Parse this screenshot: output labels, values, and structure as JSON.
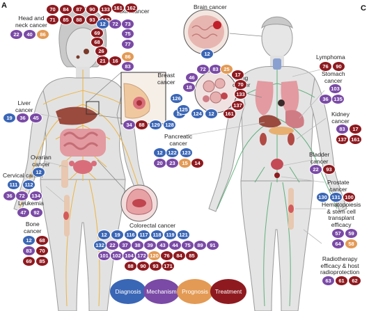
{
  "panels": {
    "left": "A",
    "right": "C"
  },
  "legend": [
    {
      "key": "diag",
      "label": "Diagnosis"
    },
    {
      "key": "mech",
      "label": "Mechanism"
    },
    {
      "key": "prog",
      "label": "Prognosis"
    },
    {
      "key": "treat",
      "label": "Treatment"
    }
  ],
  "colors": {
    "diag": "#3a66b6",
    "mech": "#7a4aa6",
    "prog": "#e39a54",
    "treat": "#8e1a1f",
    "nerve": "#f0b030",
    "lymph": "#4aa86a"
  },
  "labels": [
    {
      "id": "head-neck",
      "text": "Head and\nneck cancer"
    },
    {
      "id": "skin",
      "text": "Skin cancer"
    },
    {
      "id": "liver",
      "text": "Liver\ncancer"
    },
    {
      "id": "breast",
      "text": "Breast\ncancer"
    },
    {
      "id": "ovarian",
      "text": "Ovarian\ncancer"
    },
    {
      "id": "cervical",
      "text": "Cervical cancer"
    },
    {
      "id": "leukemia",
      "text": "Leukemia"
    },
    {
      "id": "bone",
      "text": "Bone\ncancer"
    },
    {
      "id": "colorectal",
      "text": "Colorectal cancer"
    },
    {
      "id": "brain",
      "text": "Brain cancer"
    },
    {
      "id": "lung",
      "text": "Lung\ncancer"
    },
    {
      "id": "pancreatic",
      "text": "Pancreatic\ncancer"
    },
    {
      "id": "lymphoma",
      "text": "Lymphoma"
    },
    {
      "id": "stomach",
      "text": "Stomach\ncancer"
    },
    {
      "id": "kidney",
      "text": "Kidney\ncancer"
    },
    {
      "id": "bladder",
      "text": "Bladder\ncancer"
    },
    {
      "id": "prostate",
      "text": "Prostate\ncancer"
    },
    {
      "id": "hematopoiesis",
      "text": "Hematopoiesis\n& stem cell\ntransplant\nefficacy"
    },
    {
      "id": "radiotherapy",
      "text": "Radiotherapy\nefficacy & host\nradioprotection"
    }
  ],
  "refs": {
    "top-treat": [
      {
        "n": "70",
        "c": "treat"
      },
      {
        "n": "84",
        "c": "treat"
      },
      {
        "n": "87",
        "c": "treat"
      },
      {
        "n": "90",
        "c": "treat"
      },
      {
        "n": "133",
        "c": "treat"
      },
      {
        "n": "71",
        "c": "treat"
      },
      {
        "n": "85",
        "c": "treat"
      },
      {
        "n": "88",
        "c": "treat"
      },
      {
        "n": "93",
        "c": "treat"
      },
      {
        "n": "143",
        "c": "treat"
      }
    ],
    "skin": [
      {
        "n": "161",
        "c": "treat"
      },
      {
        "n": "162",
        "c": "treat"
      },
      {
        "n": "12",
        "c": "diag"
      },
      {
        "n": "72",
        "c": "mech"
      },
      {
        "n": "73",
        "c": "mech"
      },
      {
        "n": "69",
        "c": "treat"
      },
      {
        "n": "68",
        "c": "treat"
      },
      {
        "n": "75",
        "c": "mech"
      },
      {
        "n": "26",
        "c": "treat"
      },
      {
        "n": "77",
        "c": "mech"
      },
      {
        "n": "21",
        "c": "treat"
      },
      {
        "n": "16",
        "c": "treat"
      },
      {
        "n": "86",
        "c": "prog"
      },
      {
        "n": "83",
        "c": "mech"
      }
    ],
    "head-neck": [
      {
        "n": "22",
        "c": "mech"
      },
      {
        "n": "40",
        "c": "mech"
      },
      {
        "n": "86",
        "c": "prog"
      }
    ],
    "liver": [
      {
        "n": "19",
        "c": "diag"
      },
      {
        "n": "36",
        "c": "mech"
      },
      {
        "n": "45",
        "c": "mech"
      }
    ],
    "breast": [
      {
        "n": "12",
        "c": "diag"
      },
      {
        "n": "34",
        "c": "mech"
      },
      {
        "n": "88",
        "c": "treat"
      },
      {
        "n": "129",
        "c": "diag"
      },
      {
        "n": "128",
        "c": "diag"
      }
    ],
    "ovarian": [
      {
        "n": "12",
        "c": "diag"
      }
    ],
    "cervical": [
      {
        "n": "111",
        "c": "diag"
      },
      {
        "n": "112",
        "c": "diag"
      },
      {
        "n": "36",
        "c": "mech"
      },
      {
        "n": "72",
        "c": "mech"
      },
      {
        "n": "134",
        "c": "mech"
      }
    ],
    "leukemia": [
      {
        "n": "47",
        "c": "mech"
      },
      {
        "n": "92",
        "c": "mech"
      }
    ],
    "bone": [
      {
        "n": "12",
        "c": "diag"
      },
      {
        "n": "68",
        "c": "treat"
      },
      {
        "n": "83",
        "c": "mech"
      },
      {
        "n": "70",
        "c": "treat"
      },
      {
        "n": "69",
        "c": "treat"
      },
      {
        "n": "85",
        "c": "treat"
      }
    ],
    "colorectal": [
      {
        "n": "12",
        "c": "diag"
      },
      {
        "n": "19",
        "c": "diag"
      },
      {
        "n": "116",
        "c": "diag"
      },
      {
        "n": "117",
        "c": "diag"
      },
      {
        "n": "118",
        "c": "diag"
      },
      {
        "n": "119",
        "c": "diag"
      },
      {
        "n": "121",
        "c": "diag"
      },
      {
        "n": "132",
        "c": "diag"
      },
      {
        "n": "22",
        "c": "mech"
      },
      {
        "n": "37",
        "c": "mech"
      },
      {
        "n": "38",
        "c": "mech"
      },
      {
        "n": "39",
        "c": "mech"
      },
      {
        "n": "43",
        "c": "mech"
      },
      {
        "n": "44",
        "c": "mech"
      },
      {
        "n": "75",
        "c": "mech"
      },
      {
        "n": "89",
        "c": "mech"
      },
      {
        "n": "91",
        "c": "mech"
      },
      {
        "n": "101",
        "c": "mech"
      },
      {
        "n": "102",
        "c": "mech"
      },
      {
        "n": "104",
        "c": "mech"
      },
      {
        "n": "172",
        "c": "mech"
      },
      {
        "n": "120",
        "c": "prog"
      },
      {
        "n": "76",
        "c": "treat"
      },
      {
        "n": "84",
        "c": "treat"
      },
      {
        "n": "85",
        "c": "treat"
      },
      {
        "n": "88",
        "c": "treat"
      },
      {
        "n": "90",
        "c": "treat"
      },
      {
        "n": "93",
        "c": "treat"
      },
      {
        "n": "171",
        "c": "treat"
      }
    ],
    "brain": [
      {
        "n": "12",
        "c": "diag"
      }
    ],
    "lung": [
      {
        "n": "72",
        "c": "mech"
      },
      {
        "n": "83",
        "c": "mech"
      },
      {
        "n": "25",
        "c": "prog"
      },
      {
        "n": "17",
        "c": "treat"
      },
      {
        "n": "46",
        "c": "mech"
      },
      {
        "n": "70",
        "c": "treat"
      },
      {
        "n": "18",
        "c": "mech"
      },
      {
        "n": "133",
        "c": "treat"
      },
      {
        "n": "126",
        "c": "diag"
      },
      {
        "n": "137",
        "c": "treat"
      },
      {
        "n": "125",
        "c": "diag"
      },
      {
        "n": "124",
        "c": "diag"
      },
      {
        "n": "12",
        "c": "diag"
      },
      {
        "n": "161",
        "c": "treat"
      }
    ],
    "pancreatic": [
      {
        "n": "12",
        "c": "diag"
      },
      {
        "n": "122",
        "c": "diag"
      },
      {
        "n": "123",
        "c": "diag"
      },
      {
        "n": "20",
        "c": "mech"
      },
      {
        "n": "23",
        "c": "mech"
      },
      {
        "n": "15",
        "c": "prog"
      },
      {
        "n": "14",
        "c": "treat"
      }
    ],
    "lymphoma": [
      {
        "n": "76",
        "c": "treat"
      },
      {
        "n": "90",
        "c": "treat"
      }
    ],
    "stomach": [
      {
        "n": "103",
        "c": "mech"
      },
      {
        "n": "36",
        "c": "mech"
      },
      {
        "n": "135",
        "c": "mech"
      }
    ],
    "kidney": [
      {
        "n": "83",
        "c": "mech"
      },
      {
        "n": "17",
        "c": "treat"
      },
      {
        "n": "137",
        "c": "treat"
      },
      {
        "n": "161",
        "c": "treat"
      }
    ],
    "bladder": [
      {
        "n": "22",
        "c": "mech"
      },
      {
        "n": "93",
        "c": "treat"
      }
    ],
    "prostate": [
      {
        "n": "130",
        "c": "diag"
      },
      {
        "n": "131",
        "c": "diag"
      },
      {
        "n": "100",
        "c": "treat"
      }
    ],
    "hematopoiesis": [
      {
        "n": "57",
        "c": "mech"
      },
      {
        "n": "59",
        "c": "mech"
      },
      {
        "n": "64",
        "c": "mech"
      },
      {
        "n": "58",
        "c": "prog"
      }
    ],
    "radiotherapy": [
      {
        "n": "63",
        "c": "mech"
      },
      {
        "n": "61",
        "c": "treat"
      },
      {
        "n": "62",
        "c": "treat"
      }
    ]
  }
}
